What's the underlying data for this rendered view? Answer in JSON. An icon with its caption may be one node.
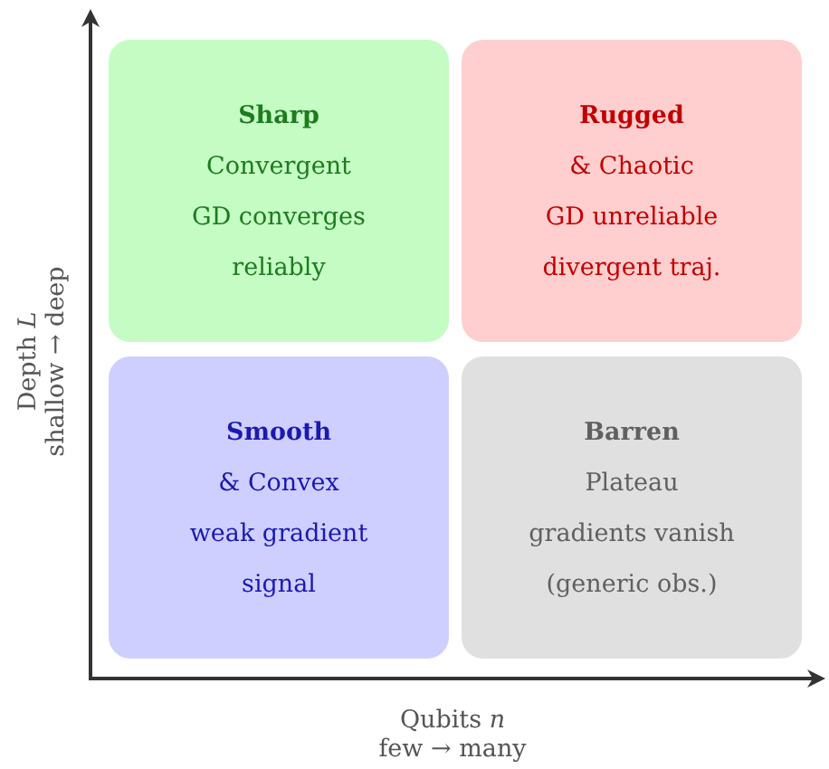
{
  "diagram": {
    "nodes": [
      {
        "text": [
          "Sharp",
          "Convergent",
          "GD converges",
          "reliably"
        ]
      },
      {
        "text": [
          "Rugged",
          "& Chaotic",
          "GD unreliable",
          "divergent traj."
        ]
      },
      {
        "text": [
          "Smooth",
          "& Convex",
          "weak gradient",
          "signal"
        ]
      },
      {
        "text": [
          "Barren",
          "Plateau",
          "gradients vanish",
          "(generic obs.)"
        ]
      }
    ],
    "labels": [
      "Depth *L*",
      "shallow → deep",
      "Qubits *n*",
      "few → many"
    ]
  }
}
